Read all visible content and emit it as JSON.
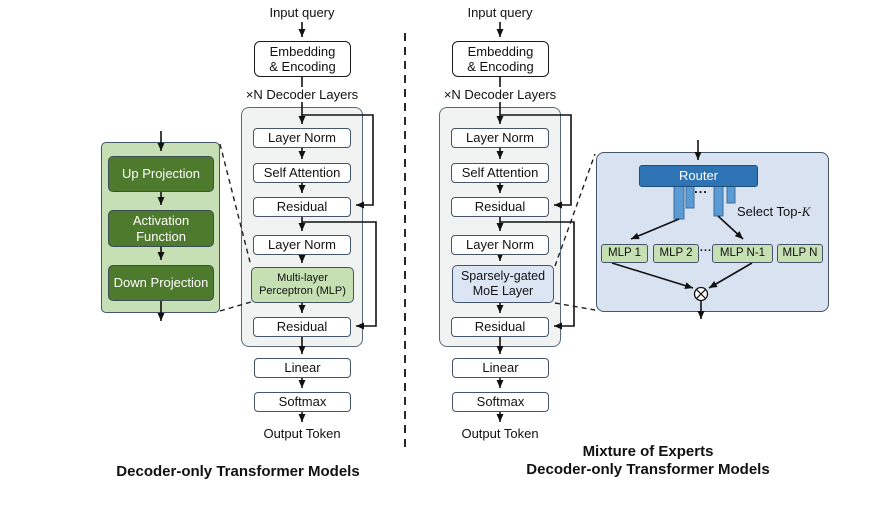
{
  "colors": {
    "border_slate": "#44546a",
    "panel_gray": "#f1f2f2",
    "light_green": "#c6e0b4",
    "dark_green": "#4e7a2e",
    "panel_blue": "#d9e2f1",
    "moe_box_blue": "#dbe5f3",
    "router_blue": "#2e74b5",
    "bar_blue": "#5b9bd5"
  },
  "left_pipeline": {
    "input_label": "Input query",
    "embedding_label": "Embedding\n& Encoding",
    "decoder_layers_label": "×N Decoder Layers",
    "layer_norm_1": "Layer Norm",
    "self_attention": "Self Attention",
    "residual_1": "Residual",
    "layer_norm_2": "Layer Norm",
    "mlp_label": "Multi-layer\nPerceptron (MLP)",
    "residual_2": "Residual",
    "linear": "Linear",
    "softmax": "Softmax",
    "output_label": "Output Token",
    "caption": "Decoder-only Transformer Models"
  },
  "right_pipeline": {
    "input_label": "Input query",
    "embedding_label": "Embedding\n& Encoding",
    "decoder_layers_label": "×N Decoder Layers",
    "layer_norm_1": "Layer Norm",
    "self_attention": "Self Attention",
    "residual_1": "Residual",
    "layer_norm_2": "Layer Norm",
    "moe_label": "Sparsely-gated\nMoE Layer",
    "residual_2": "Residual",
    "linear": "Linear",
    "softmax": "Softmax",
    "output_label": "Output Token",
    "caption_line1": "Mixture of Experts",
    "caption_line2": "Decoder-only Transformer Models"
  },
  "mlp_detail": {
    "up_projection": "Up Projection",
    "activation_function": "Activation\nFunction",
    "down_projection": "Down Projection"
  },
  "moe_detail": {
    "router_label": "Router",
    "router_dots": "...",
    "select_top_prefix": "Select Top-",
    "select_top_k": "K",
    "experts": [
      "MLP 1",
      "MLP 2",
      "MLP N-1",
      "MLP N"
    ],
    "experts_dots": "..."
  }
}
